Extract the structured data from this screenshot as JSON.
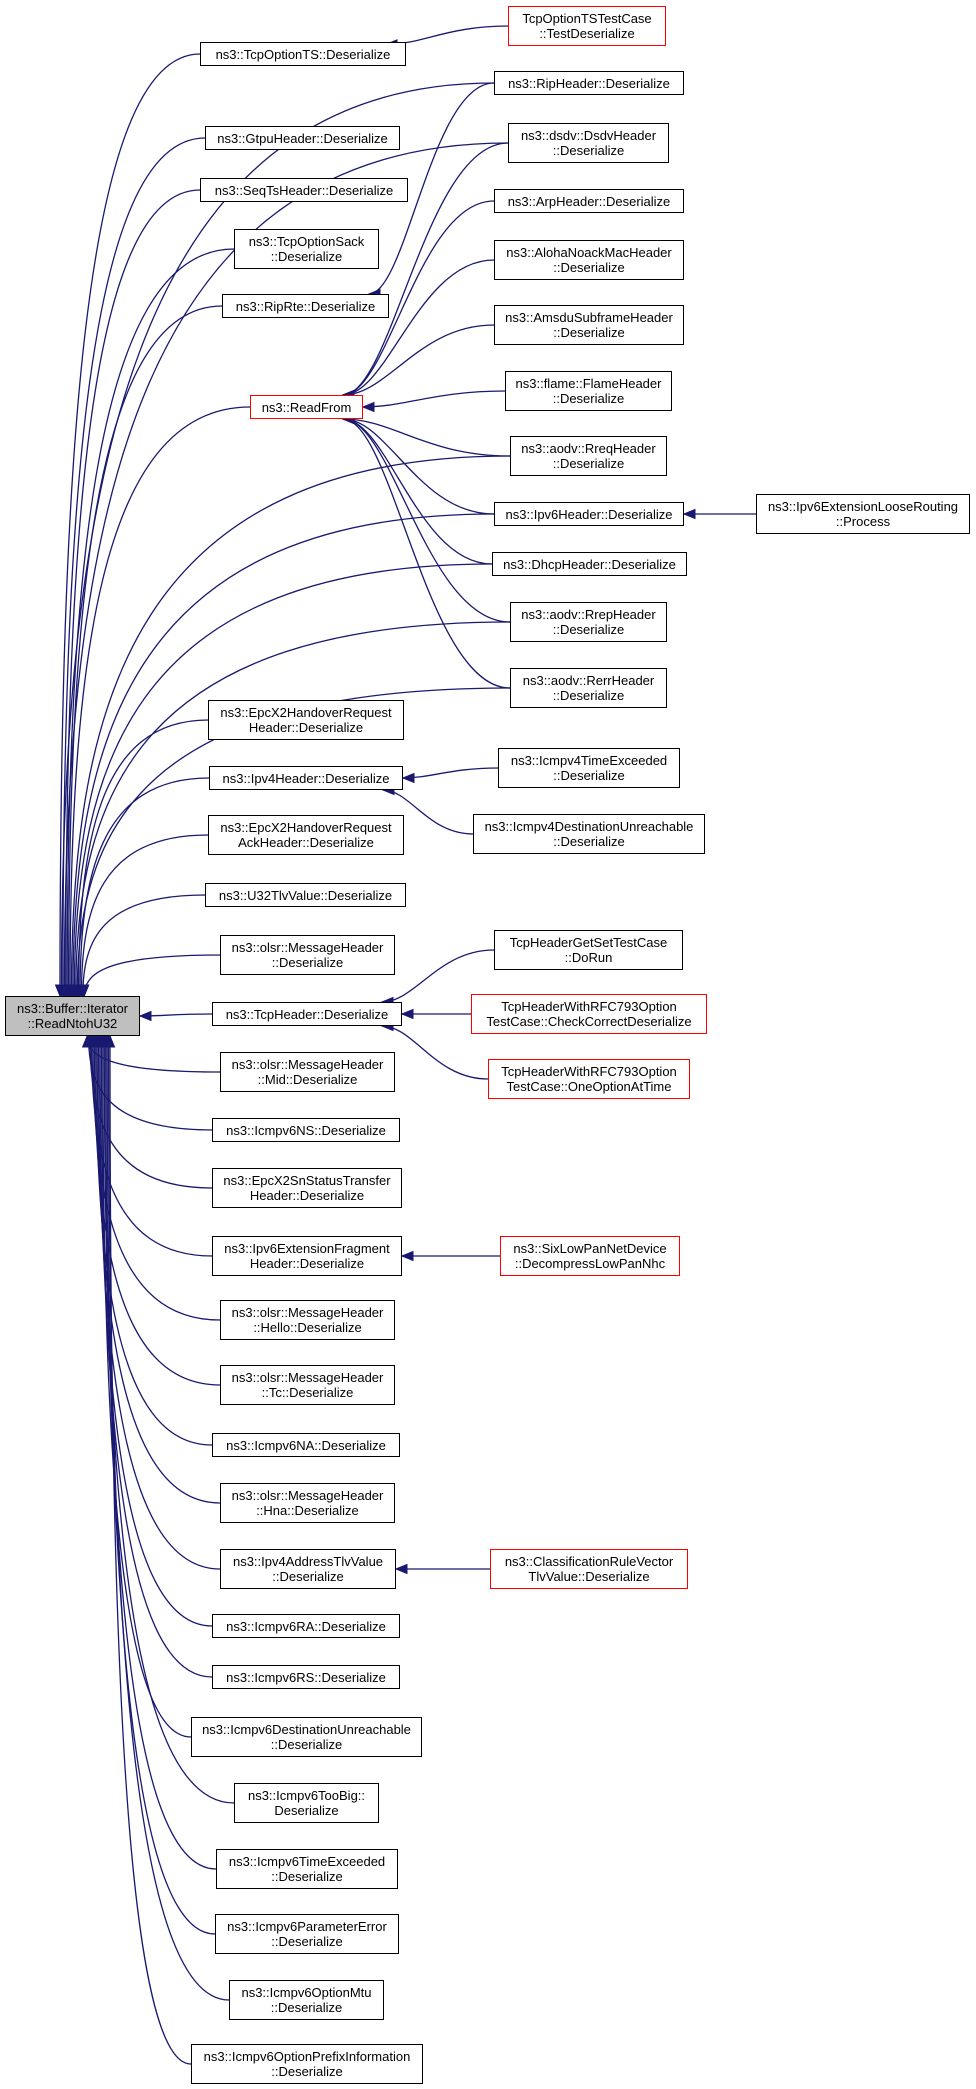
{
  "colors": {
    "edge": "#191970",
    "node_border": "#000000",
    "truncated_border": "#ff0000",
    "root_fill": "#bfbfbf",
    "background": "#ffffff"
  },
  "nodes": {
    "root": "ns3::Buffer::Iterator\n::ReadNtohU32",
    "tcp_option_ts": "ns3::TcpOptionTS::Deserialize",
    "tcp_option_ts_test": "TcpOptionTSTestCase\n::TestDeserialize",
    "gtpu": "ns3::GtpuHeader::Deserialize",
    "seqts": "ns3::SeqTsHeader::Deserialize",
    "tcp_option_sack": "ns3::TcpOptionSack\n::Deserialize",
    "riprte": "ns3::RipRte::Deserialize",
    "ripheader": "ns3::RipHeader::Deserialize",
    "dsdv": "ns3::dsdv::DsdvHeader\n::Deserialize",
    "arp": "ns3::ArpHeader::Deserialize",
    "aloha": "ns3::AlohaNoackMacHeader\n::Deserialize",
    "amsdu": "ns3::AmsduSubframeHeader\n::Deserialize",
    "flame": "ns3::flame::FlameHeader\n::Deserialize",
    "readfrom": "ns3::ReadFrom",
    "rreq": "ns3::aodv::RreqHeader\n::Deserialize",
    "ipv6header": "ns3::Ipv6Header::Deserialize",
    "ipv6ext_loose": "ns3::Ipv6ExtensionLooseRouting\n::Process",
    "dhcp": "ns3::DhcpHeader::Deserialize",
    "rrep": "ns3::aodv::RrepHeader\n::Deserialize",
    "rerr": "ns3::aodv::RerrHeader\n::Deserialize",
    "epc_ho_req": "ns3::EpcX2HandoverRequest\nHeader::Deserialize",
    "ipv4header": "ns3::Ipv4Header::Deserialize",
    "icmpv4_time": "ns3::Icmpv4TimeExceeded\n::Deserialize",
    "icmpv4_dest": "ns3::Icmpv4DestinationUnreachable\n::Deserialize",
    "epc_ho_ack": "ns3::EpcX2HandoverRequest\nAckHeader::Deserialize",
    "u32tlv": "ns3::U32TlvValue::Deserialize",
    "olsr_msg": "ns3::olsr::MessageHeader\n::Deserialize",
    "tcpheader": "ns3::TcpHeader::Deserialize",
    "tcp_getset": "TcpHeaderGetSetTestCase\n::DoRun",
    "tcp_rfc_check": "TcpHeaderWithRFC793Option\nTestCase::CheckCorrectDeserialize",
    "tcp_rfc_one": "TcpHeaderWithRFC793Option\nTestCase::OneOptionAtTime",
    "olsr_mid": "ns3::olsr::MessageHeader\n::Mid::Deserialize",
    "icmpv6ns": "ns3::Icmpv6NS::Deserialize",
    "epc_sn": "ns3::EpcX2SnStatusTransfer\nHeader::Deserialize",
    "ipv6frag": "ns3::Ipv6ExtensionFragment\nHeader::Deserialize",
    "sixlowpan": "ns3::SixLowPanNetDevice\n::DecompressLowPanNhc",
    "olsr_hello": "ns3::olsr::MessageHeader\n::Hello::Deserialize",
    "olsr_tc": "ns3::olsr::MessageHeader\n::Tc::Deserialize",
    "icmpv6na": "ns3::Icmpv6NA::Deserialize",
    "olsr_hna": "ns3::olsr::MessageHeader\n::Hna::Deserialize",
    "ipv4addrtlv": "ns3::Ipv4AddressTlvValue\n::Deserialize",
    "classrule": "ns3::ClassificationRuleVector\nTlvValue::Deserialize",
    "icmpv6ra": "ns3::Icmpv6RA::Deserialize",
    "icmpv6rs": "ns3::Icmpv6RS::Deserialize",
    "icmpv6dest": "ns3::Icmpv6DestinationUnreachable\n::Deserialize",
    "icmpv6toobig": "ns3::Icmpv6TooBig::\nDeserialize",
    "icmpv6time": "ns3::Icmpv6TimeExceeded\n::Deserialize",
    "icmpv6param": "ns3::Icmpv6ParameterError\n::Deserialize",
    "icmpv6mtu": "ns3::Icmpv6OptionMtu\n::Deserialize",
    "icmpv6prefix": "ns3::Icmpv6OptionPrefixInformation\n::Deserialize"
  },
  "edges": [
    [
      "tcp_option_ts",
      "root"
    ],
    [
      "gtpu",
      "root"
    ],
    [
      "seqts",
      "root"
    ],
    [
      "tcp_option_sack",
      "root"
    ],
    [
      "riprte",
      "root"
    ],
    [
      "ripheader",
      "root"
    ],
    [
      "readfrom",
      "root"
    ],
    [
      "dsdv",
      "root"
    ],
    [
      "rreq",
      "root"
    ],
    [
      "ipv6header",
      "root"
    ],
    [
      "dhcp",
      "root"
    ],
    [
      "rrep",
      "root"
    ],
    [
      "rerr",
      "root"
    ],
    [
      "epc_ho_req",
      "root"
    ],
    [
      "ipv4header",
      "root"
    ],
    [
      "epc_ho_ack",
      "root"
    ],
    [
      "u32tlv",
      "root"
    ],
    [
      "olsr_msg",
      "root"
    ],
    [
      "tcpheader",
      "root"
    ],
    [
      "olsr_mid",
      "root"
    ],
    [
      "icmpv6ns",
      "root"
    ],
    [
      "epc_sn",
      "root"
    ],
    [
      "ipv6frag",
      "root"
    ],
    [
      "olsr_hello",
      "root"
    ],
    [
      "olsr_tc",
      "root"
    ],
    [
      "icmpv6na",
      "root"
    ],
    [
      "olsr_hna",
      "root"
    ],
    [
      "ipv4addrtlv",
      "root"
    ],
    [
      "icmpv6ra",
      "root"
    ],
    [
      "icmpv6rs",
      "root"
    ],
    [
      "icmpv6dest",
      "root"
    ],
    [
      "icmpv6toobig",
      "root"
    ],
    [
      "icmpv6time",
      "root"
    ],
    [
      "icmpv6param",
      "root"
    ],
    [
      "icmpv6mtu",
      "root"
    ],
    [
      "icmpv6prefix",
      "root"
    ],
    [
      "tcp_option_ts_test",
      "tcp_option_ts"
    ],
    [
      "ripheader",
      "riprte"
    ],
    [
      "dsdv",
      "readfrom"
    ],
    [
      "arp",
      "readfrom"
    ],
    [
      "aloha",
      "readfrom"
    ],
    [
      "amsdu",
      "readfrom"
    ],
    [
      "flame",
      "readfrom"
    ],
    [
      "rreq",
      "readfrom"
    ],
    [
      "ipv6header",
      "readfrom"
    ],
    [
      "dhcp",
      "readfrom"
    ],
    [
      "rrep",
      "readfrom"
    ],
    [
      "rerr",
      "readfrom"
    ],
    [
      "ipv6ext_loose",
      "ipv6header"
    ],
    [
      "icmpv4_time",
      "ipv4header"
    ],
    [
      "icmpv4_dest",
      "ipv4header"
    ],
    [
      "tcp_getset",
      "tcpheader"
    ],
    [
      "tcp_rfc_check",
      "tcpheader"
    ],
    [
      "tcp_rfc_one",
      "tcpheader"
    ],
    [
      "sixlowpan",
      "ipv6frag"
    ],
    [
      "classrule",
      "ipv4addrtlv"
    ]
  ]
}
